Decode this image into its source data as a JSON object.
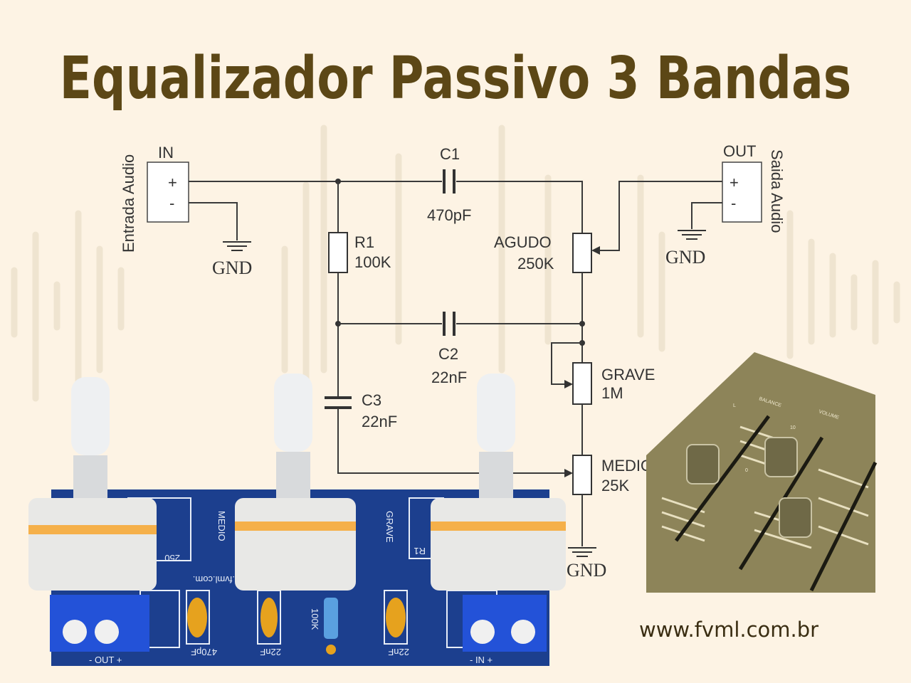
{
  "title": "Equalizador Passivo 3 Bandas",
  "url": "www.fvml.com.br",
  "schematic": {
    "input": {
      "label": "IN",
      "plus": "+",
      "minus": "-",
      "caption": "Entrada Audio"
    },
    "output": {
      "label": "OUT",
      "plus": "+",
      "minus": "-",
      "caption": "Saida Audio"
    },
    "gnd": "GND",
    "c1": {
      "name": "C1",
      "value": "470pF"
    },
    "c2": {
      "name": "C2",
      "value": "22nF"
    },
    "c3": {
      "name": "C3",
      "value": "22nF"
    },
    "r1": {
      "name": "R1",
      "value": "100K"
    },
    "agudo": {
      "name": "AGUDO",
      "value": "250K"
    },
    "grave": {
      "name": "GRAVE",
      "value": "1M"
    },
    "medio": {
      "name": "MEDIO",
      "value": "25K"
    }
  },
  "pcb": {
    "medio": "MEDIO",
    "grave": "GRAVE",
    "pot250": "250",
    "r1": "R1",
    "site": ".fvml.com.",
    "cap1": "470pF",
    "cap2": "22nF",
    "cap3": "22nF",
    "res": "100K",
    "out": "- OUT +",
    "in": "- IN +"
  },
  "mixer": {
    "balance": "BALANCE",
    "volume": "VOLUME",
    "l": "L",
    "ten": "10",
    "zero": "0"
  }
}
